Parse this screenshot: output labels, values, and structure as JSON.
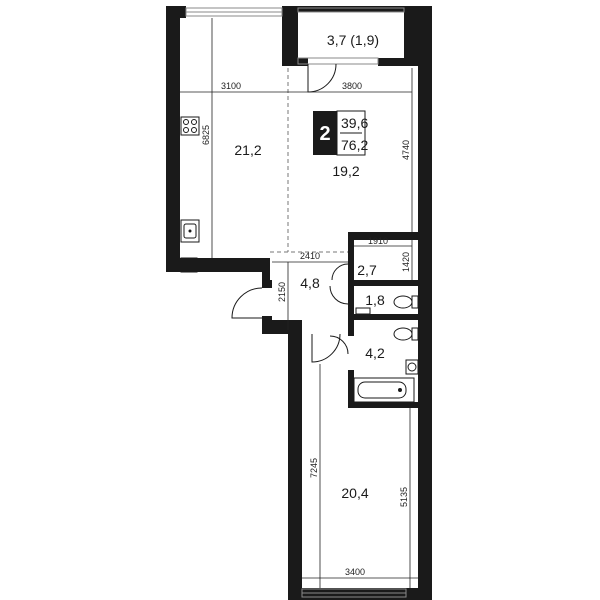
{
  "rooms_count": "2",
  "living_area": "39,6",
  "total_area": "76,2",
  "rooms": {
    "balcony": "3,7 (1,9)",
    "kitchen": "21,2",
    "living": "19,2",
    "storage": "2,7",
    "hall": "4,8",
    "wc": "1,8",
    "bath": "4,2",
    "bedroom": "20,4"
  },
  "dims": {
    "kitchen_width": "3100",
    "living_width": "3800",
    "kitchen_height": "6825",
    "living_height": "4740",
    "storage_width": "1910",
    "storage_height": "1420",
    "hall_width": "2410",
    "hall_height": "2150",
    "bedroom_height": "7245",
    "bedroom_inner_height": "5135",
    "bedroom_width": "3400"
  },
  "colors": {
    "wall": "#1a1a1a",
    "badge": "#1a1a1a",
    "dimension": "#222222",
    "window": "#8a8a8a"
  },
  "icons": [
    "stove",
    "sink",
    "toilet",
    "washbasin",
    "bathtub",
    "washing-machine"
  ]
}
